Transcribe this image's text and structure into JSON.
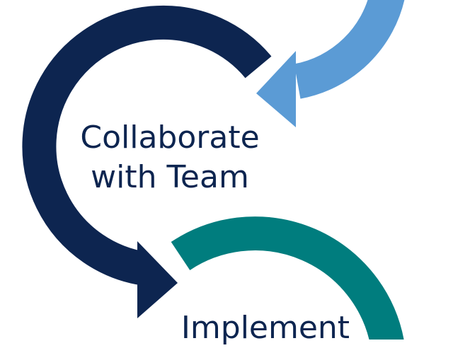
{
  "diagram": {
    "type": "cyclic-process",
    "steps": [
      {
        "label": "",
        "color": "#5b9bd5",
        "shape": "curved-arrow",
        "position": "top-right",
        "note": "label clipped at top edge; illegible"
      },
      {
        "label": "Collaborate\nwith Team",
        "line1": "Collaborate",
        "line2": "with Team",
        "color": "#0d2550",
        "shape": "curved-arrow",
        "position": "middle-left"
      },
      {
        "label": "Implement",
        "color": "#007d7e",
        "shape": "arc",
        "position": "bottom-right"
      }
    ],
    "text_color": "#0d2550",
    "background": "#ffffff"
  }
}
